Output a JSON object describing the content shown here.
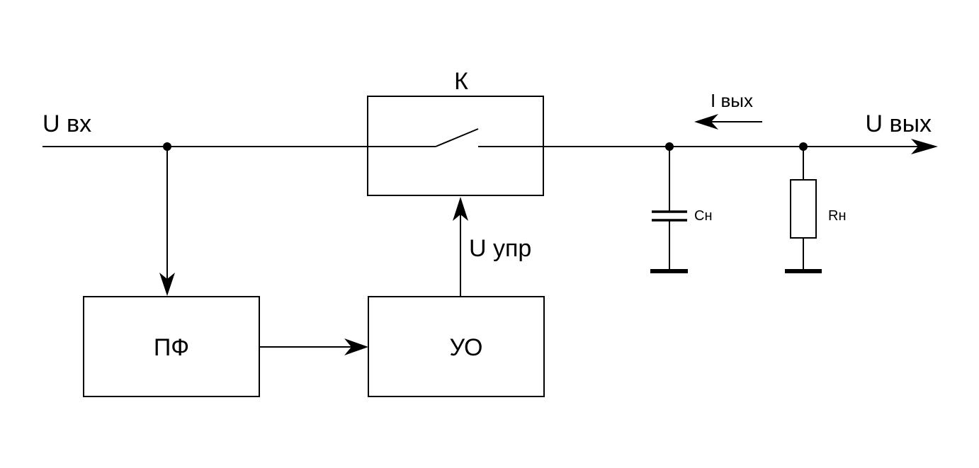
{
  "labels": {
    "u_in": "U вх",
    "u_out": "U вых",
    "i_out": "I вых",
    "u_ctrl": "U упр",
    "switch_block": "К",
    "capacitor": "Сн",
    "resistor": "Rн"
  },
  "blocks": {
    "bandpass_filter": "ПФ",
    "control_device": "УО"
  }
}
